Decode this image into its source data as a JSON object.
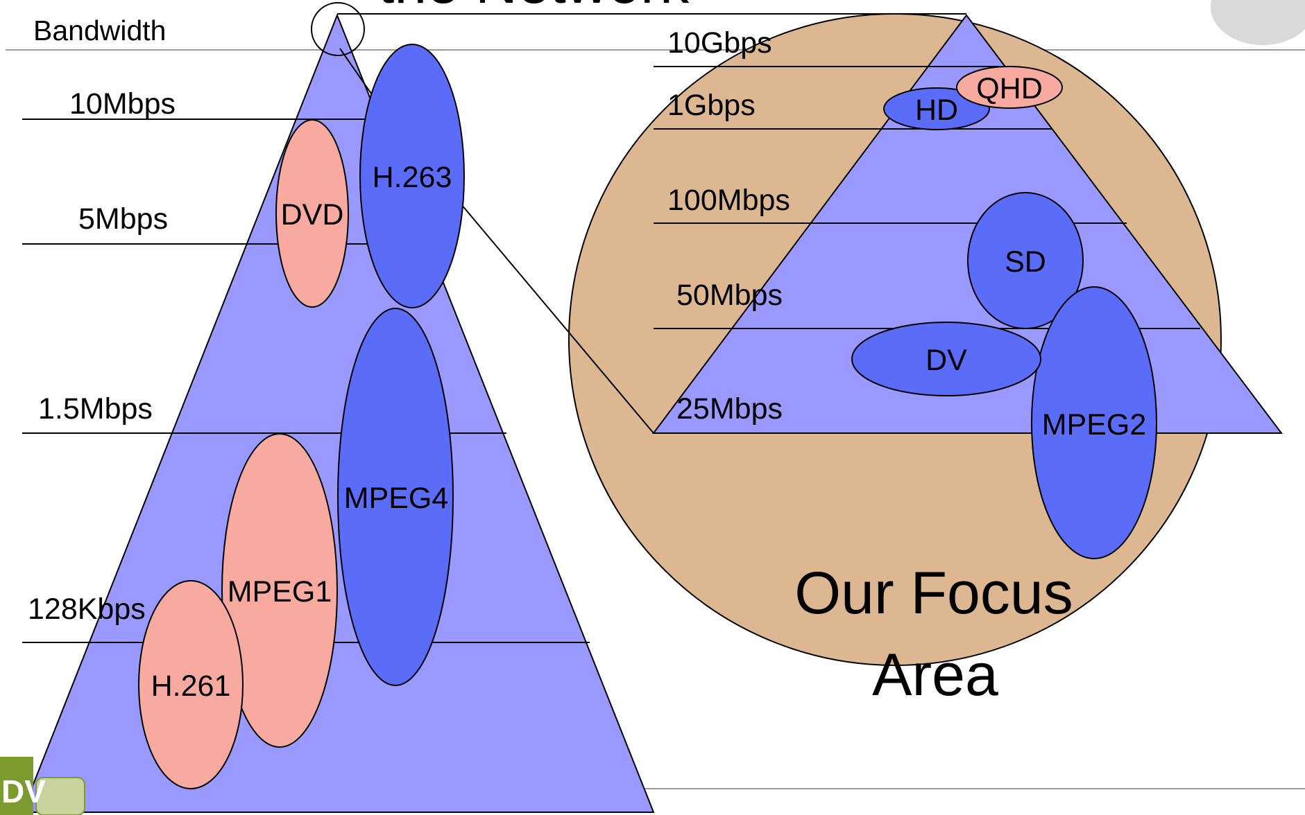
{
  "title_partial": "the Network",
  "axis_label": "Bandwidth",
  "left_levels": [
    "10Mbps",
    "5Mbps",
    "1.5Mbps",
    "128Kbps"
  ],
  "left_codecs": [
    "H.263",
    "DVD",
    "MPEG4",
    "MPEG1",
    "H.261"
  ],
  "right_levels": [
    "10Gbps",
    "1Gbps",
    "100Mbps",
    "50Mbps",
    "25Mbps"
  ],
  "right_codecs": [
    "QHD",
    "HD",
    "SD",
    "DV",
    "MPEG2"
  ],
  "focus_label_line1": "Our Focus",
  "focus_label_line2": "Area",
  "logo_text": "DV",
  "colors": {
    "pyramid": "#9999ff",
    "blue_ellipse": "#5b6cf8",
    "pink_ellipse": "#f9aaa0",
    "focus_circle": "#dcb792",
    "rule": "#999999"
  }
}
